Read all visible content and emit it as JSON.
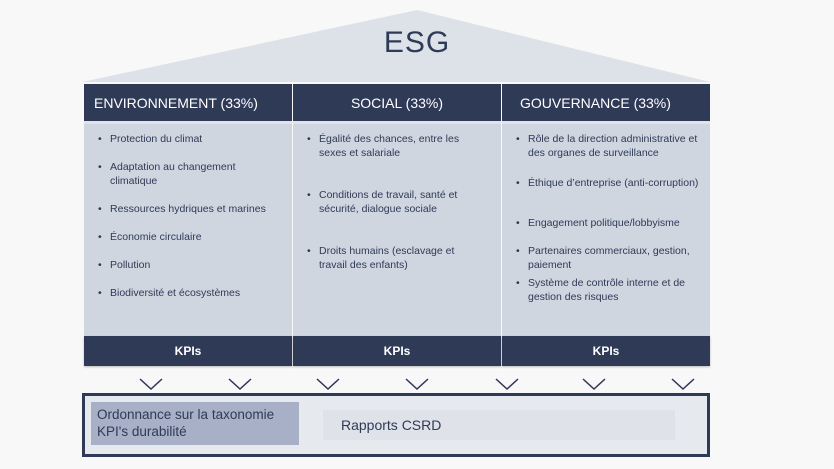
{
  "title": "ESG",
  "pillars": [
    {
      "header": "ENVIRONNEMENT (33%)",
      "kpi": "KPIs",
      "items": [
        "Protection du climat",
        "Adaptation au changement climatique",
        "Ressources hydriques et marines",
        "Économie circulaire",
        "Pollution",
        "Biodiversité et écosystèmes"
      ]
    },
    {
      "header": "SOCIAL (33%)",
      "kpi": "KPIs",
      "items": [
        "Égalité des chances, entre les sexes et salariale",
        "Conditions de travail, santé et sécurité, dialogue sociale",
        "Droits humains (esclavage et travail des enfants)"
      ]
    },
    {
      "header": "GOUVERNANCE (33%)",
      "kpi": "KPIs",
      "items": [
        "Rôle de la direction administrative et des organes de surveillance",
        "Éthique d’entreprise (anti-corruption)",
        "Engagement politique/lobbyisme",
        "Partenaires commerciaux, gestion, paiement",
        "Système de contrôle interne et de gestion des risques"
      ]
    }
  ],
  "bottom": {
    "taxonomy_line1": "Ordonnance sur la taxonomie",
    "taxonomy_line2": "KPI's durabilité",
    "csrd": "Rapports CSRD"
  }
}
